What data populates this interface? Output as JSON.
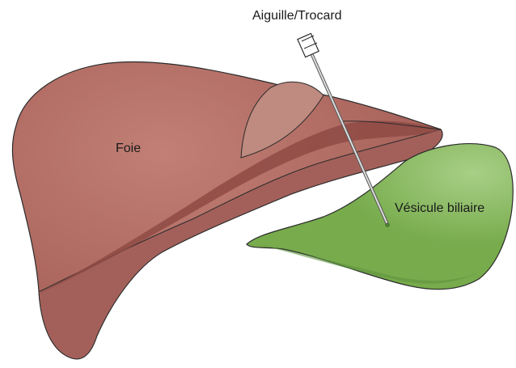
{
  "labels": {
    "needle": "Aiguille/Trocard",
    "liver": "Foie",
    "gallbladder": "Vésicule biliaire"
  },
  "colors": {
    "liver_main": "#a9635b",
    "liver_dark": "#8e4a44",
    "liver_lower": "#a3605a",
    "liver_lobe": "#bf8a7f",
    "gallbladder": "#77ab4c",
    "gallbladder_shadow": "#5f9440",
    "outline": "#2b2b2b"
  }
}
